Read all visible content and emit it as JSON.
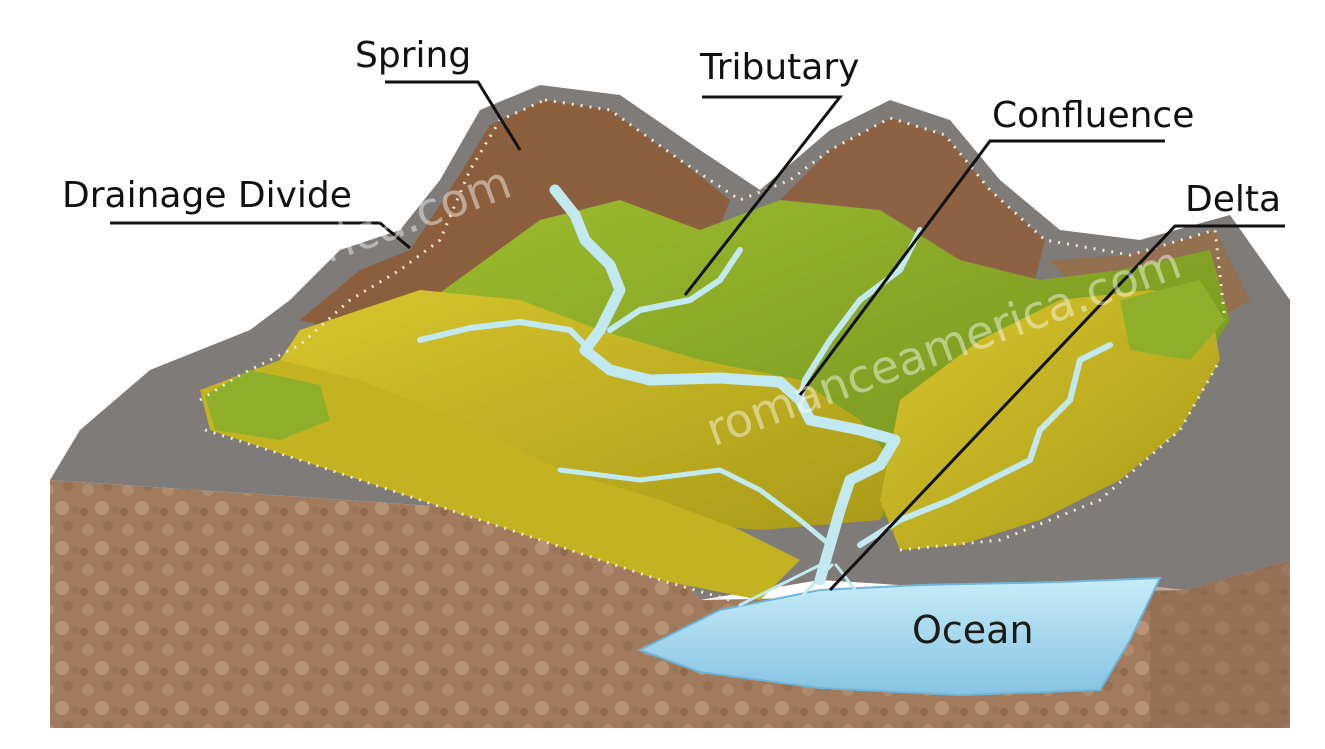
{
  "diagram": {
    "labels": {
      "spring": "Spring",
      "tributary": "Tributary",
      "confluence": "Confluence",
      "drainage_divide": "Drainage Divide",
      "delta": "Delta",
      "ocean": "Ocean"
    },
    "watermark": "romanceamerica.com"
  },
  "colors": {
    "soil": "#a0795c",
    "rock": "#7d7a78",
    "mountain_brown": "#8a5e3c",
    "land_yellow": "#c9b622",
    "land_green": "#8fae2a",
    "river": "#bfe6ee",
    "ocean": "#a9d9ef"
  }
}
